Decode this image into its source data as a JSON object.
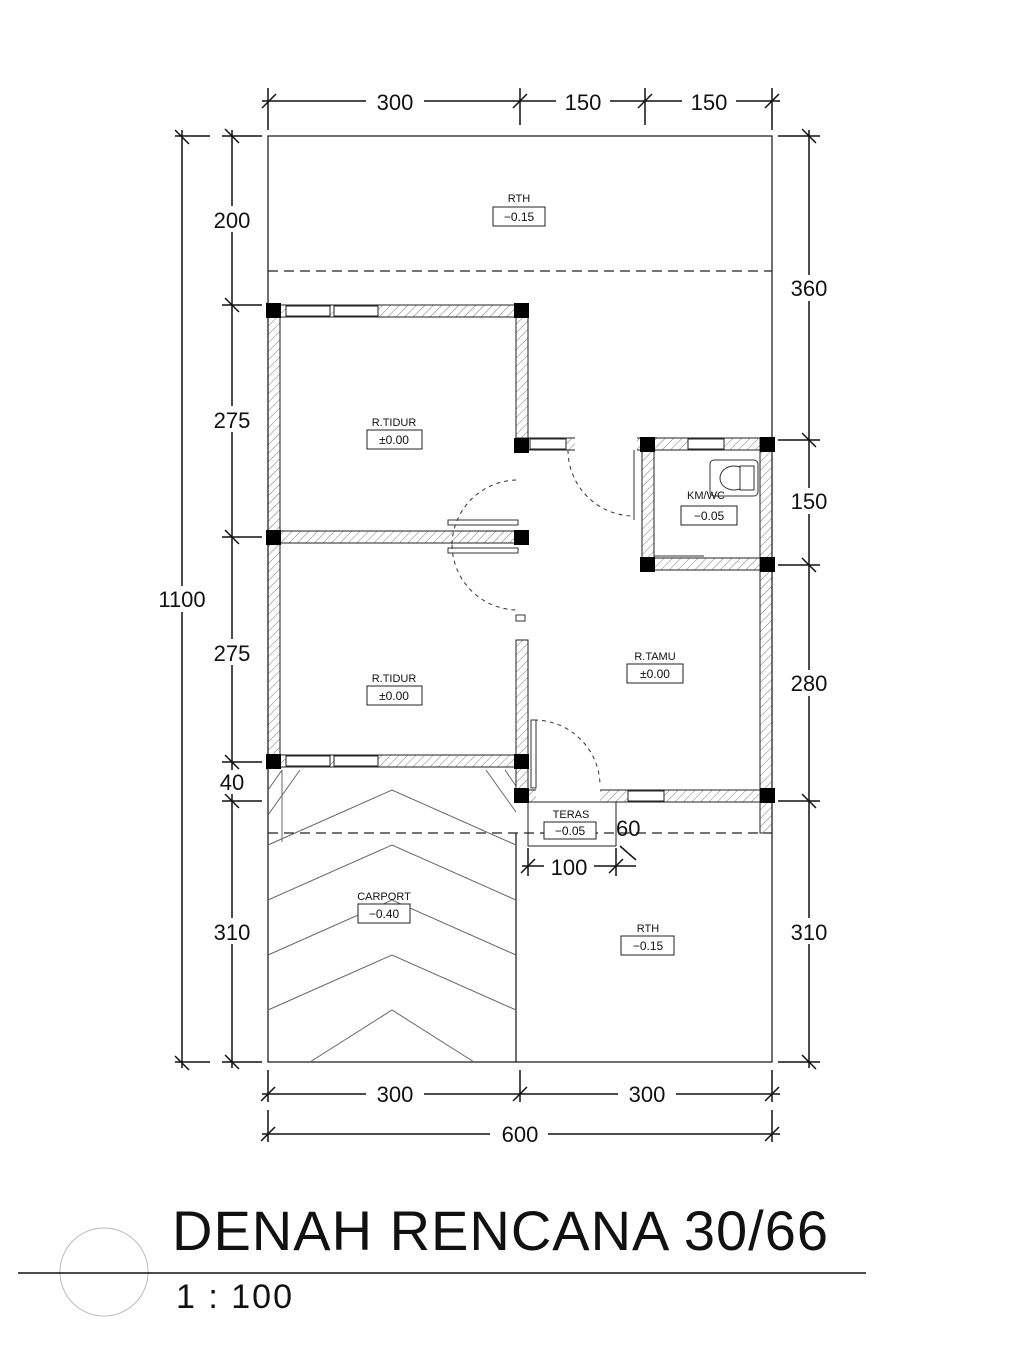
{
  "drawing": {
    "title": "DENAH RENCANA 30/66",
    "scale": "1 : 100"
  },
  "dimensions": {
    "top": [
      "300",
      "150",
      "150"
    ],
    "left_total": "1100",
    "left": [
      "200",
      "275",
      "275",
      "40",
      "310"
    ],
    "right": [
      "360",
      "150",
      "280",
      "310"
    ],
    "bottom": [
      "300",
      "300"
    ],
    "bottom_total": "600",
    "teras_width": "100",
    "teras_depth": "60"
  },
  "rooms": {
    "rth_top": {
      "name": "RTH",
      "level": "−0.15"
    },
    "bedroom_1": {
      "name": "R.TIDUR",
      "level": "±0.00"
    },
    "bedroom_2": {
      "name": "R.TIDUR",
      "level": "±0.00"
    },
    "bathroom": {
      "name": "KM/WC",
      "level": "−0.05"
    },
    "living_room": {
      "name": "R.TAMU",
      "level": "±0.00"
    },
    "terrace": {
      "name": "TERAS",
      "level": "−0.05"
    },
    "carport": {
      "name": "CARPORT",
      "level": "−0.40"
    },
    "rth_bottom": {
      "name": "RTH",
      "level": "−0.15"
    }
  }
}
